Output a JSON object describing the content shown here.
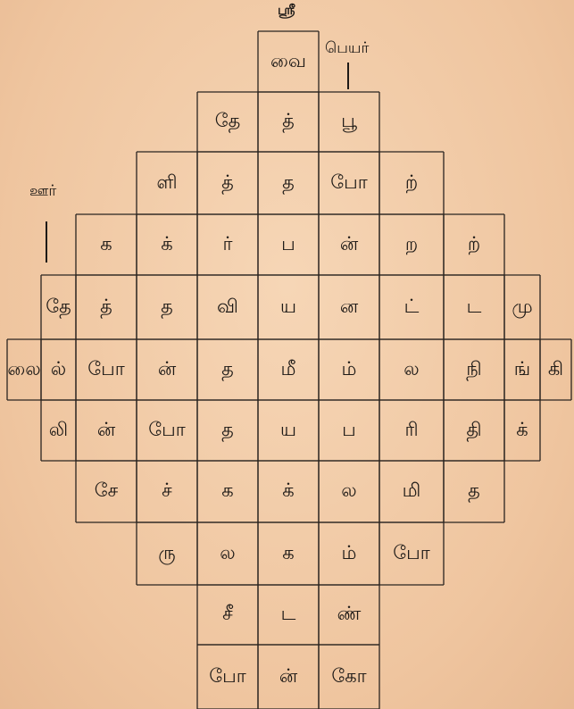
{
  "ornament": "ஸ்ரீ",
  "labels": {
    "name": "பெயர்",
    "place": "ஊர்"
  },
  "puzzle": {
    "rows": [
      [
        "வை"
      ],
      [
        "தே",
        "த்",
        "பூ"
      ],
      [
        "ளி",
        "த்",
        "த",
        "போ",
        "ற்"
      ],
      [
        "க",
        "க்",
        "ர்",
        "ப",
        "ன்",
        "ற",
        "ற்"
      ],
      [
        "தே",
        "த்",
        "த",
        "வி",
        "ய",
        "ன",
        "ட்",
        "ட",
        "மு"
      ],
      [
        "லை",
        "ல்",
        "போ",
        "ன்",
        "த",
        "மீ",
        "ம்",
        "ல",
        "நி",
        "ங்",
        "கி"
      ],
      [
        "லி",
        "ன்",
        "போ",
        "த",
        "ய",
        "ப",
        "ரி",
        "தி",
        "க்"
      ],
      [
        "சே",
        "ச்",
        "க",
        "க்",
        "ல",
        "மி",
        "த"
      ],
      [
        "ரு",
        "ல",
        "க",
        "ம்",
        "போ"
      ],
      [
        "சீ",
        "ட",
        "ண்"
      ],
      [
        "போ",
        "ன்",
        "கோ"
      ]
    ]
  }
}
